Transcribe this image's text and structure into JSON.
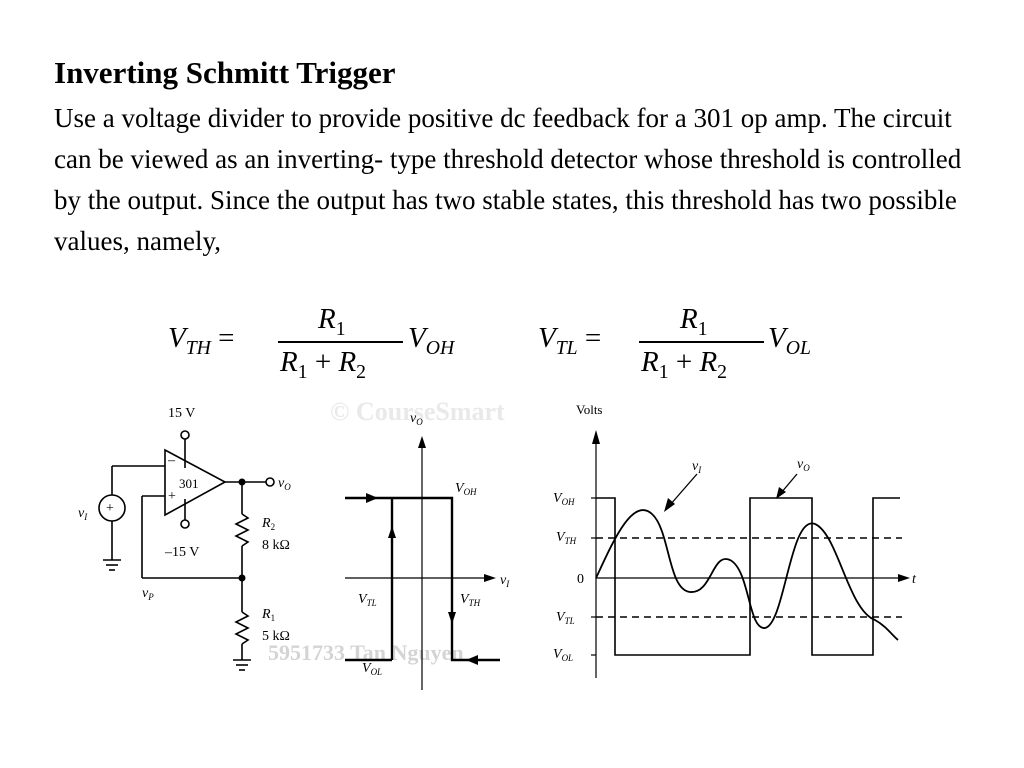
{
  "slide": {
    "title": "Inverting Schmitt Trigger",
    "body": "Use a voltage divider to provide positive dc feedback for a 301 op amp. The circuit can be viewed as an inverting- type threshold detector whose threshold is controlled by the output. Since the output has two stable states, this threshold has two possible values, namely,"
  },
  "formulas": {
    "vth": {
      "lhs_var": "V",
      "lhs_sub": "TH",
      "eq": "=",
      "num_var": "R",
      "num_sub": "1",
      "den_a": "R",
      "den_a_sub": "1",
      "plus": "+",
      "den_b": "R",
      "den_b_sub": "2",
      "rhs_var": "V",
      "rhs_sub": "OH"
    },
    "vtl": {
      "lhs_var": "V",
      "lhs_sub": "TL",
      "eq": "=",
      "num_var": "R",
      "num_sub": "1",
      "den_a": "R",
      "den_a_sub": "1",
      "plus": "+",
      "den_b": "R",
      "den_b_sub": "2",
      "rhs_var": "V",
      "rhs_sub": "OL"
    }
  },
  "circuit": {
    "supply_pos": "15 V",
    "supply_neg": "–15 V",
    "opamp": "301",
    "minus_sign": "–",
    "plus_sign": "+",
    "source_sign": "+",
    "vi": "v",
    "vi_sub": "I",
    "vo": "v",
    "vo_sub": "O",
    "vp": "v",
    "vp_sub": "P",
    "r2": "R",
    "r2_sub": "2",
    "r2_value": "8 kΩ",
    "r1": "R",
    "r1_sub": "1",
    "r1_value": "5 kΩ"
  },
  "transfer": {
    "y_axis": "v",
    "y_axis_sub": "O",
    "x_axis": "v",
    "x_axis_sub": "I",
    "voh": "V",
    "voh_sub": "OH",
    "vol": "V",
    "vol_sub": "OL",
    "vtl": "V",
    "vtl_sub": "TL",
    "vth": "V",
    "vth_sub": "TH"
  },
  "waveform": {
    "y_axis": "Volts",
    "t_axis": "t",
    "vi_label": "v",
    "vi_label_sub": "I",
    "vo_label": "v",
    "vo_label_sub": "O",
    "level_labels": [
      {
        "var": "V",
        "sub": "OH"
      },
      {
        "var": "V",
        "sub": "TH"
      },
      {
        "var": "0",
        "sub": ""
      },
      {
        "var": "V",
        "sub": "TL"
      },
      {
        "var": "V",
        "sub": "OL"
      }
    ]
  },
  "watermarks": {
    "top": "© CourseSmart",
    "bottom": "5951733 Tan Nguyen"
  }
}
